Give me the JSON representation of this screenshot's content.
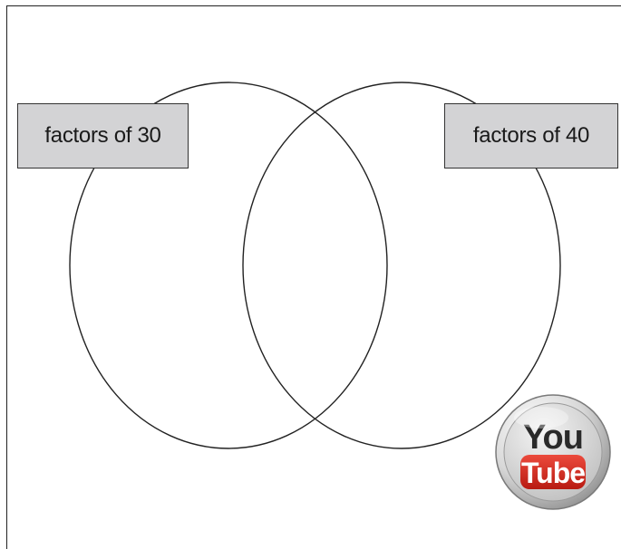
{
  "diagram": {
    "type": "venn",
    "sets": [
      {
        "label": "factors of 30"
      },
      {
        "label": "factors of 40"
      }
    ]
  },
  "logo": {
    "name": "youtube",
    "text_top": "You",
    "text_bottom": "Tube"
  },
  "colors": {
    "label_fill": "#d3d3d5",
    "outline": "#222222",
    "logo_red": "#d42a1f"
  }
}
